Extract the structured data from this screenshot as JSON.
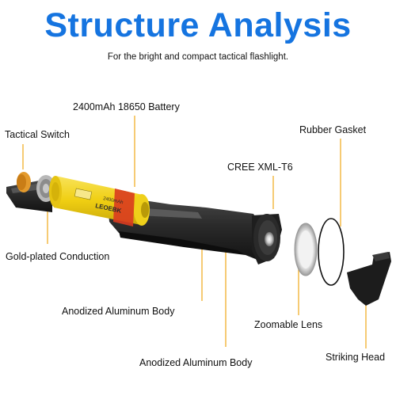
{
  "header": {
    "title": "Structure Analysis",
    "subtitle": "For the bright and compact tactical flashlight."
  },
  "labels": {
    "battery": "2400mAh 18650 Battery",
    "tactical_switch": "Tactical Switch",
    "rubber_gasket": "Rubber Gasket",
    "cree": "CREE XML-T6",
    "gold_conduction": "Gold-plated Conduction",
    "aluminum_body_1": "Anodized Aluminum Body",
    "zoomable_lens": "Zoomable Lens",
    "aluminum_body_2": "Anodized Aluminum Body",
    "striking_head": "Striking Head"
  },
  "battery_print": {
    "brand": "LEOEBK",
    "capacity": "2400mAh"
  },
  "colors": {
    "title": "#1574e0",
    "leader": "#f0a818",
    "battery": "#f2d21a",
    "body": "#2a2a2a"
  }
}
